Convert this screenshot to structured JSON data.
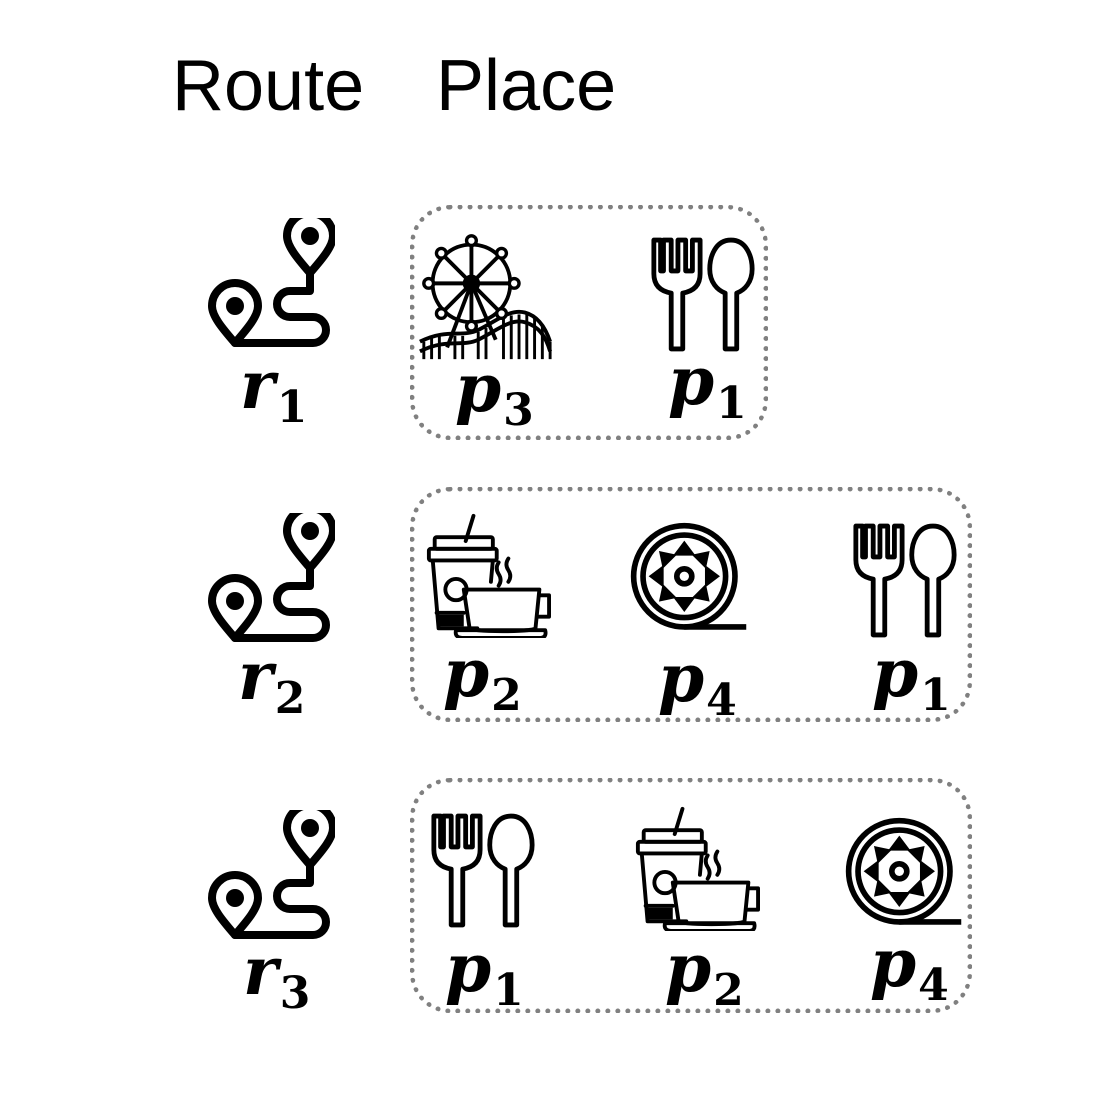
{
  "headers": {
    "route": "Route",
    "place": "Place"
  },
  "routes": [
    {
      "label": "r",
      "sub": "1",
      "places": [
        {
          "icon": "ferris-wheel-icon",
          "label": "p",
          "sub": "3"
        },
        {
          "icon": "fork-spoon-icon",
          "label": "p",
          "sub": "1"
        }
      ]
    },
    {
      "label": "r",
      "sub": "2",
      "places": [
        {
          "icon": "coffee-icon",
          "label": "p",
          "sub": "2"
        },
        {
          "icon": "film-reel-icon",
          "label": "p",
          "sub": "4"
        },
        {
          "icon": "fork-spoon-icon",
          "label": "p",
          "sub": "1"
        }
      ]
    },
    {
      "label": "r",
      "sub": "3",
      "places": [
        {
          "icon": "fork-spoon-icon",
          "label": "p",
          "sub": "1"
        },
        {
          "icon": "coffee-icon",
          "label": "p",
          "sub": "2"
        },
        {
          "icon": "film-reel-icon",
          "label": "p",
          "sub": "4"
        }
      ]
    }
  ],
  "colors": {
    "ink": "#000000",
    "group_border": "#808080"
  }
}
